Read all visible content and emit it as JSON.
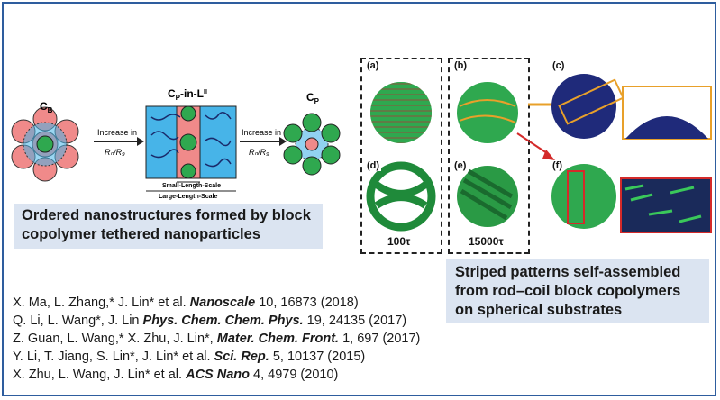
{
  "left_diagram": {
    "label_cb": "C",
    "label_cb_sub": "B",
    "label_cpl": "C",
    "label_cpl_sub": "P",
    "label_cpl_mid": "-in-L",
    "label_cpl_sup": "II",
    "label_cp": "C",
    "label_cp_sub": "P",
    "arrow1_top": "Increase in",
    "arrow1_bottom": "Rₙ/R₉",
    "arrow2_top": "Increase in",
    "arrow2_bottom": "Rₙ/R₉",
    "small_scale": "Small-Length-Scale",
    "large_scale": "Large-Length-Scale"
  },
  "left_caption": "Ordered nanostructures formed by block copolymer tethered nanoparticles",
  "right_panels": {
    "a": "(a)",
    "b": "(b)",
    "c": "(c)",
    "d": "(d)",
    "e": "(e)",
    "f": "(f)",
    "time1": "100τ",
    "time2": "15000τ"
  },
  "right_caption": "Striped patterns self-assembled from rod–coil block copolymers on spherical substrates",
  "references": [
    {
      "pre": "X. Ma, L. Zhang,* J. Lin* et al. ",
      "journal": "Nanoscale",
      "post": " 10, 16873 (2018)"
    },
    {
      "pre": "Q. Li, L. Wang*, J. Lin ",
      "journal": "Phys. Chem. Chem. Phys.",
      "post": " 19, 24135 (2017)"
    },
    {
      "pre": "Z. Guan, L. Wang,* X. Zhu, J. Lin*, ",
      "journal": "Mater. Chem. Front.",
      "post": " 1, 697 (2017)"
    },
    {
      "pre": "Y. Li, T. Jiang, S. Lin*, J. Lin* et al. ",
      "journal": "Sci. Rep.",
      "post": " 5, 10137 (2015)"
    },
    {
      "pre": "X. Zhu, L. Wang, J. Lin* et al. ",
      "journal": "ACS Nano",
      "post": " 4, 4979 (2010)"
    }
  ],
  "colors": {
    "frame": "#2e5d9e",
    "caption_bg": "#dbe4f1",
    "particle_pink": "#f08a8a",
    "particle_green": "#2fa84f",
    "matrix_blue": "#47b4e8",
    "sphere_navy": "#1f2a7a"
  }
}
